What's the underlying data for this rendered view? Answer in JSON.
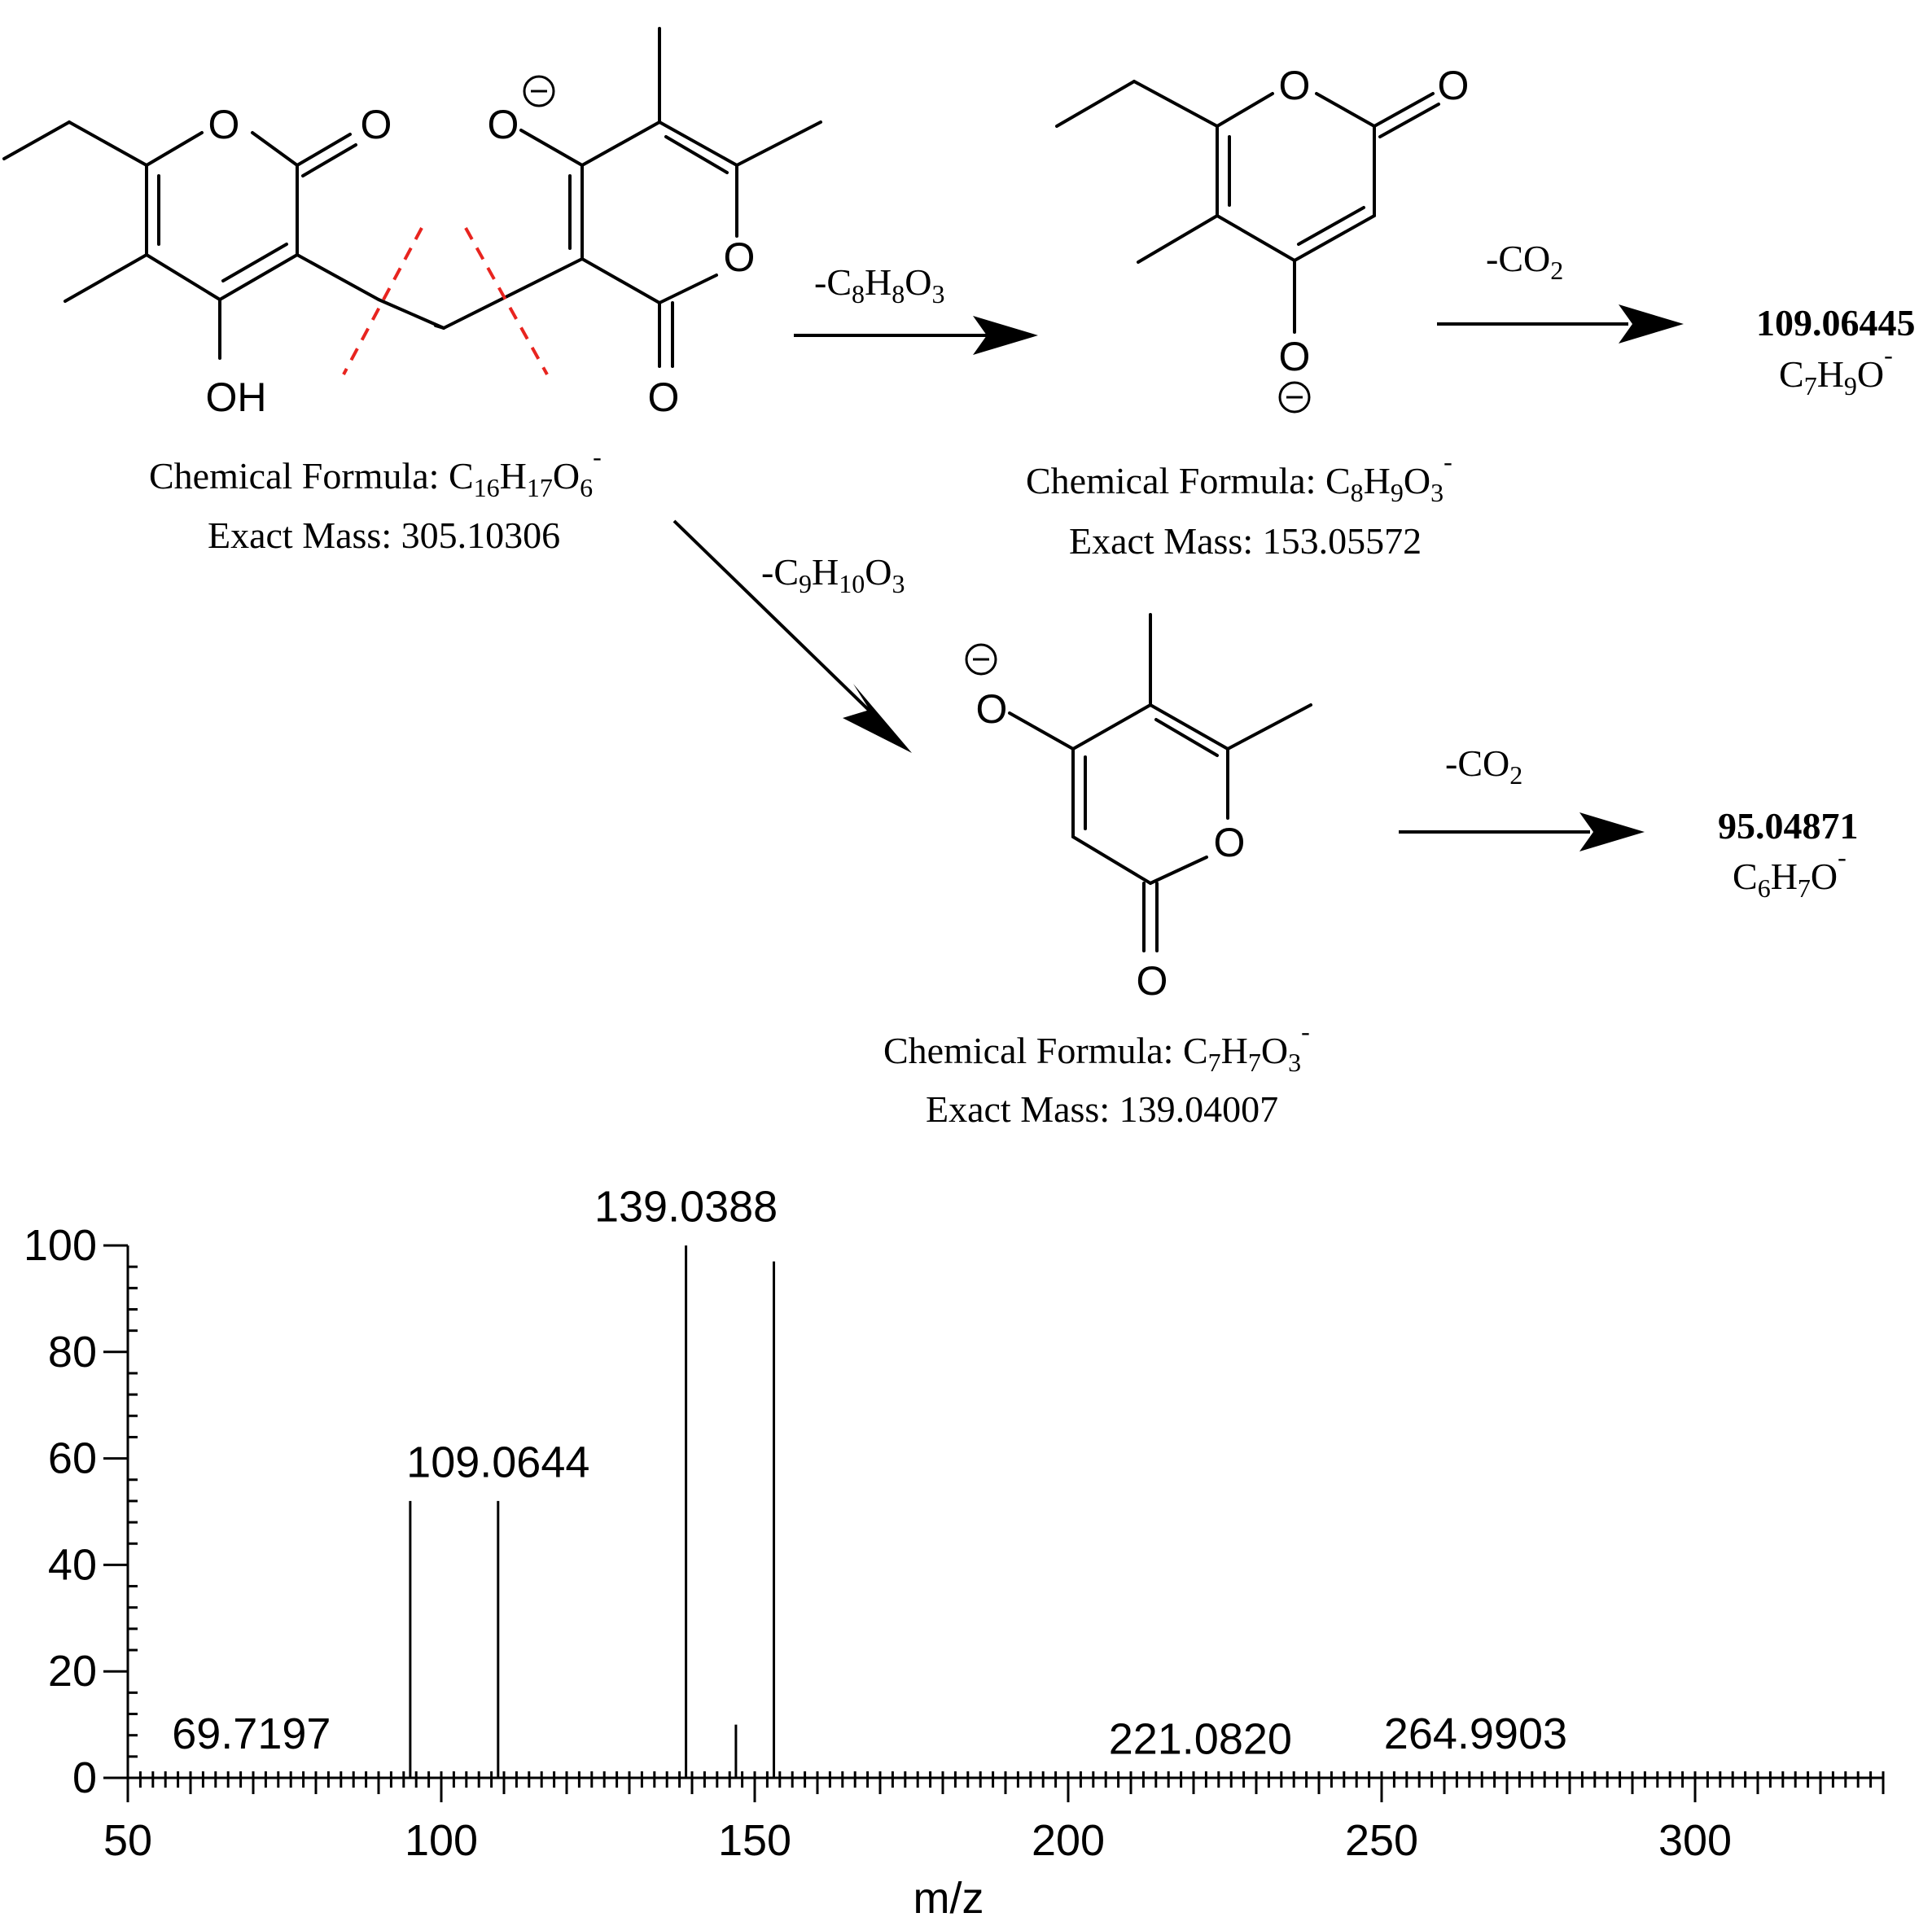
{
  "molecules": {
    "parent": {
      "formula_prefix": "Chemical Formula: ",
      "formula_parts": [
        [
          "C",
          ""
        ],
        [
          "16",
          "sub"
        ],
        [
          "H",
          ""
        ],
        [
          "17",
          "sub"
        ],
        [
          "O",
          ""
        ],
        [
          "6",
          "sub"
        ],
        [
          "-",
          "sup"
        ]
      ],
      "mass": "Exact Mass: 305.10306",
      "atoms": {
        "ring_o": "O",
        "carbonyl_o": "O",
        "hydroxyl": "OH",
        "oxide_o": "O",
        "ring_o_2": "O",
        "carbonyl_o_2": "O"
      }
    },
    "fragment_153": {
      "formula_prefix": "Chemical Formula: ",
      "formula_parts": [
        [
          "C",
          ""
        ],
        [
          "8",
          "sub"
        ],
        [
          "H",
          ""
        ],
        [
          "9",
          "sub"
        ],
        [
          "O",
          ""
        ],
        [
          "3",
          "sub"
        ],
        [
          "-",
          "sup"
        ]
      ],
      "mass": "Exact Mass: 153.05572",
      "atoms": {
        "ring_o": "O",
        "carbonyl_o": "O",
        "oxide_o": "O"
      }
    },
    "fragment_139": {
      "formula_prefix": "Chemical Formula: ",
      "formula_parts": [
        [
          "C",
          ""
        ],
        [
          "7",
          "sub"
        ],
        [
          "H",
          ""
        ],
        [
          "7",
          "sub"
        ],
        [
          "O",
          ""
        ],
        [
          "3",
          "sub"
        ],
        [
          "-",
          "sup"
        ]
      ],
      "mass": "Exact Mass: 139.04007",
      "atoms": {
        "ring_o": "O",
        "carbonyl_o": "O",
        "oxide_o": "O"
      }
    }
  },
  "losses": {
    "loss_c8": [
      [
        "-C",
        ""
      ],
      [
        "8",
        "sub"
      ],
      [
        "H",
        ""
      ],
      [
        "8",
        "sub"
      ],
      [
        "O",
        ""
      ],
      [
        "3",
        "sub"
      ]
    ],
    "loss_c9": [
      [
        "-C",
        ""
      ],
      [
        "9",
        "sub"
      ],
      [
        "H",
        ""
      ],
      [
        "10",
        "sub"
      ],
      [
        "O",
        ""
      ],
      [
        "3",
        "sub"
      ]
    ],
    "loss_co2_top": [
      [
        "-CO",
        ""
      ],
      [
        "2",
        "sub"
      ]
    ],
    "loss_co2_bottom": [
      [
        "-CO",
        ""
      ],
      [
        "2",
        "sub"
      ]
    ]
  },
  "products": {
    "p109": {
      "mass": "109.06445",
      "formula_parts": [
        [
          "C",
          ""
        ],
        [
          "7",
          "sub"
        ],
        [
          "H",
          ""
        ],
        [
          "9",
          "sub"
        ],
        [
          "O",
          ""
        ],
        [
          "-",
          "sup"
        ]
      ]
    },
    "p95": {
      "mass": "95.04871",
      "formula_parts": [
        [
          "C",
          ""
        ],
        [
          "6",
          "sub"
        ],
        [
          "H",
          ""
        ],
        [
          "7",
          "sub"
        ],
        [
          "O",
          ""
        ],
        [
          "-",
          "sup"
        ]
      ]
    }
  },
  "chart_data": {
    "type": "bar",
    "xlabel": "m/z",
    "ylabel": "",
    "xlim": [
      50,
      330
    ],
    "ylim": [
      0,
      100
    ],
    "x_ticks": [
      50,
      100,
      150,
      200,
      250,
      300
    ],
    "y_ticks": [
      0,
      20,
      40,
      60,
      80,
      100
    ],
    "peaks": [
      {
        "mz": 95.0487,
        "intensity": 52
      },
      {
        "mz": 109.0644,
        "intensity": 52
      },
      {
        "mz": 139.0388,
        "intensity": 100
      },
      {
        "mz": 147.0,
        "intensity": 10
      },
      {
        "mz": 153.0557,
        "intensity": 97
      }
    ],
    "labels": [
      {
        "text": "139.0388",
        "mz": 139.0388,
        "y": 103
      },
      {
        "text": "109.0644",
        "mz": 109.0644,
        "y": 55
      },
      {
        "text": "69.7197",
        "mz": 69.7197,
        "y": 4
      },
      {
        "text": "221.0820",
        "mz": 221.082,
        "y": 3
      },
      {
        "text": "264.9903",
        "mz": 264.9903,
        "y": 4
      }
    ]
  }
}
